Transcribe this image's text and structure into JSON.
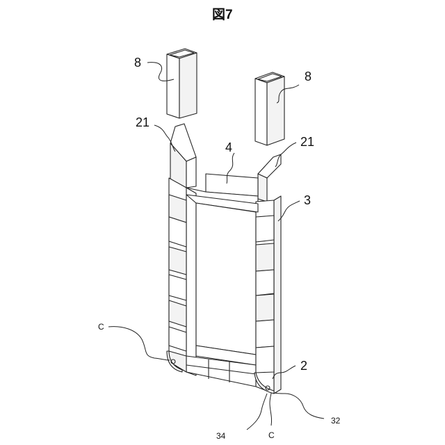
{
  "figure": {
    "title": "図7",
    "labels": {
      "post_left": "8",
      "post_right": "8",
      "arm_left": "21",
      "arm_right": "21",
      "plate": "4",
      "side_panel": "3",
      "base_frame": "2",
      "corner_left": "C",
      "corner_right": "C",
      "part_34": "34",
      "part_32": "32"
    }
  }
}
